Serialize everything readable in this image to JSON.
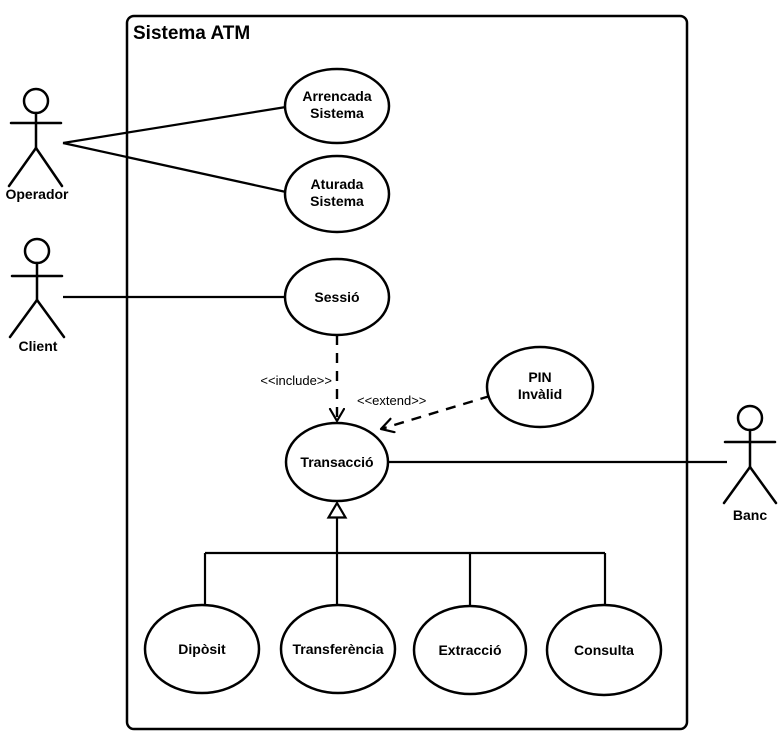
{
  "diagram": {
    "title": "Sistema ATM",
    "actors": {
      "operador": "Operador",
      "client": "Client",
      "banc": "Banc"
    },
    "use_cases": {
      "arrencada": {
        "line1": "Arrencada",
        "line2": "Sistema"
      },
      "aturada": {
        "line1": "Aturada",
        "line2": "Sistema"
      },
      "sessio": {
        "label": "Sessió"
      },
      "pin_invalid": {
        "line1": "PIN",
        "line2": "Invàlid"
      },
      "transaccio": {
        "label": "Transacció"
      },
      "diposit": {
        "label": "Dipòsit"
      },
      "transferencia": {
        "label": "Transferència"
      },
      "extraccio": {
        "label": "Extracció"
      },
      "consulta": {
        "label": "Consulta"
      }
    },
    "stereotypes": {
      "include": "<<include>>",
      "extend": "<<extend>>"
    },
    "colors": {
      "stroke": "#000000",
      "shape_fill": "#ffffff",
      "background": "#ffffff"
    }
  }
}
